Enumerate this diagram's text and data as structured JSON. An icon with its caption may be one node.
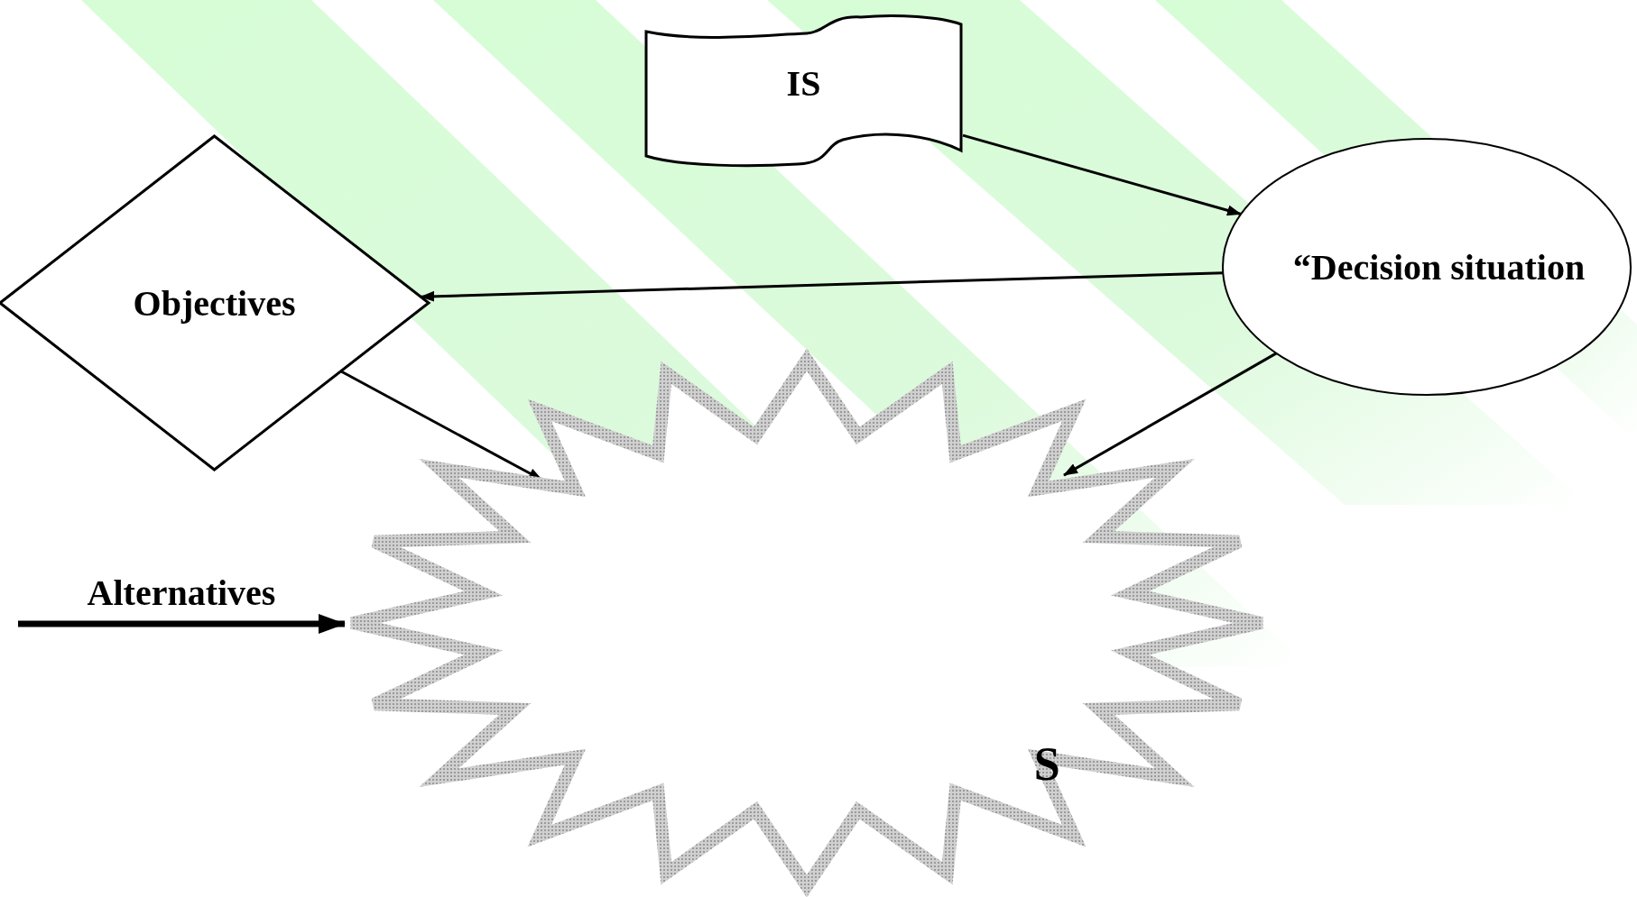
{
  "diagram": {
    "nodes": [
      {
        "text": [
          "IS"
        ]
      },
      {
        "text": [
          "Objectives"
        ]
      },
      {
        "text": [
          "“Decision situation"
        ]
      },
      {
        "text": [
          "S"
        ]
      }
    ],
    "edges": [
      {
        "from": 0,
        "to": 2,
        "arrow": "to"
      },
      {
        "from": 2,
        "to": 1,
        "arrow": "to"
      },
      {
        "from": 2,
        "to": 3,
        "arrow": "to"
      },
      {
        "from": 1,
        "to": 3,
        "arrow": "to"
      },
      {
        "from": null,
        "to": 3,
        "arrow": "to",
        "label": "Alternatives",
        "style": "thick"
      }
    ]
  }
}
